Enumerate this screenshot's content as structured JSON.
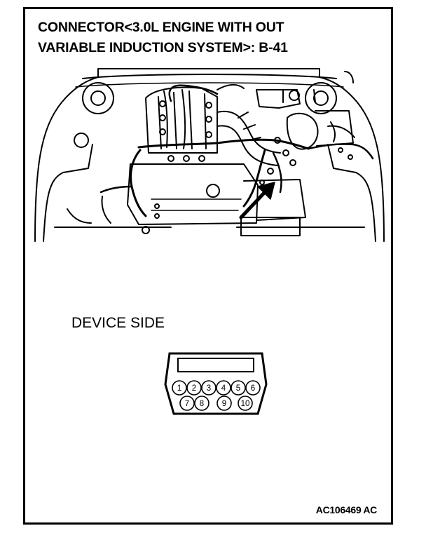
{
  "title": {
    "line1": "CONNECTOR<3.0L ENGINE WITH OUT",
    "line2": "VARIABLE INDUCTION SYSTEM>: B-41"
  },
  "device_side_label": "DEVICE SIDE",
  "connector": {
    "top_row": [
      "1",
      "2",
      "3",
      "4",
      "5",
      "6"
    ],
    "bottom_row": [
      "7",
      "8",
      "9",
      "10"
    ]
  },
  "figure_code": "AC106469 AC",
  "icons": {
    "engine": "engine-bay-illustration-icon",
    "pointer": "arrow-icon"
  }
}
